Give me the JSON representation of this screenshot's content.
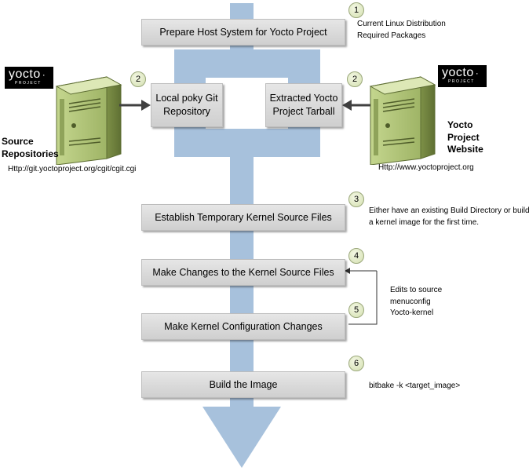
{
  "steps": [
    {
      "number": "1",
      "label": "Prepare Host System for Yocto Project"
    },
    {
      "number": "2",
      "label": "Local poky Git Repository"
    },
    {
      "number": "2",
      "label": "Extracted Yocto Project Tarball"
    },
    {
      "number": "3",
      "label": "Establish Temporary Kernel Source Files"
    },
    {
      "number": "4",
      "label": "Make Changes to the Kernel Source Files"
    },
    {
      "number": "5",
      "label": "Make Kernel Configuration Changes"
    },
    {
      "number": "6",
      "label": "Build the Image"
    }
  ],
  "notes": {
    "step1_line1": "Current Linux Distribution",
    "step1_line2": "Required Packages",
    "step3_line1": "Either have an existing Build Directory or build",
    "step3_line2": "a kernel image for the first time.",
    "edits_line1": "Edits to source",
    "edits_line2": "menuconfig",
    "edits_line3": "Yocto-kernel",
    "step6": "bitbake -k <target_image>"
  },
  "left_server": {
    "logo_word": "yocto",
    "logo_sub": "PROJECT",
    "label_line1": "Source",
    "label_line2": "Repositories",
    "url": "Http://git.yoctoproject.org/cgit/cgit.cgi"
  },
  "right_server": {
    "logo_word": "yocto",
    "logo_sub": "PROJECT",
    "label_line1": "Yocto",
    "label_line2": "Project",
    "label_line3": "Website",
    "url": "Http://www.yoctoproject.org"
  },
  "colors": {
    "flow_arrow": "#a7c1dc",
    "server_body": "#b2c67a",
    "server_dark": "#7f9450",
    "box_fill": "#dcdcdc"
  }
}
